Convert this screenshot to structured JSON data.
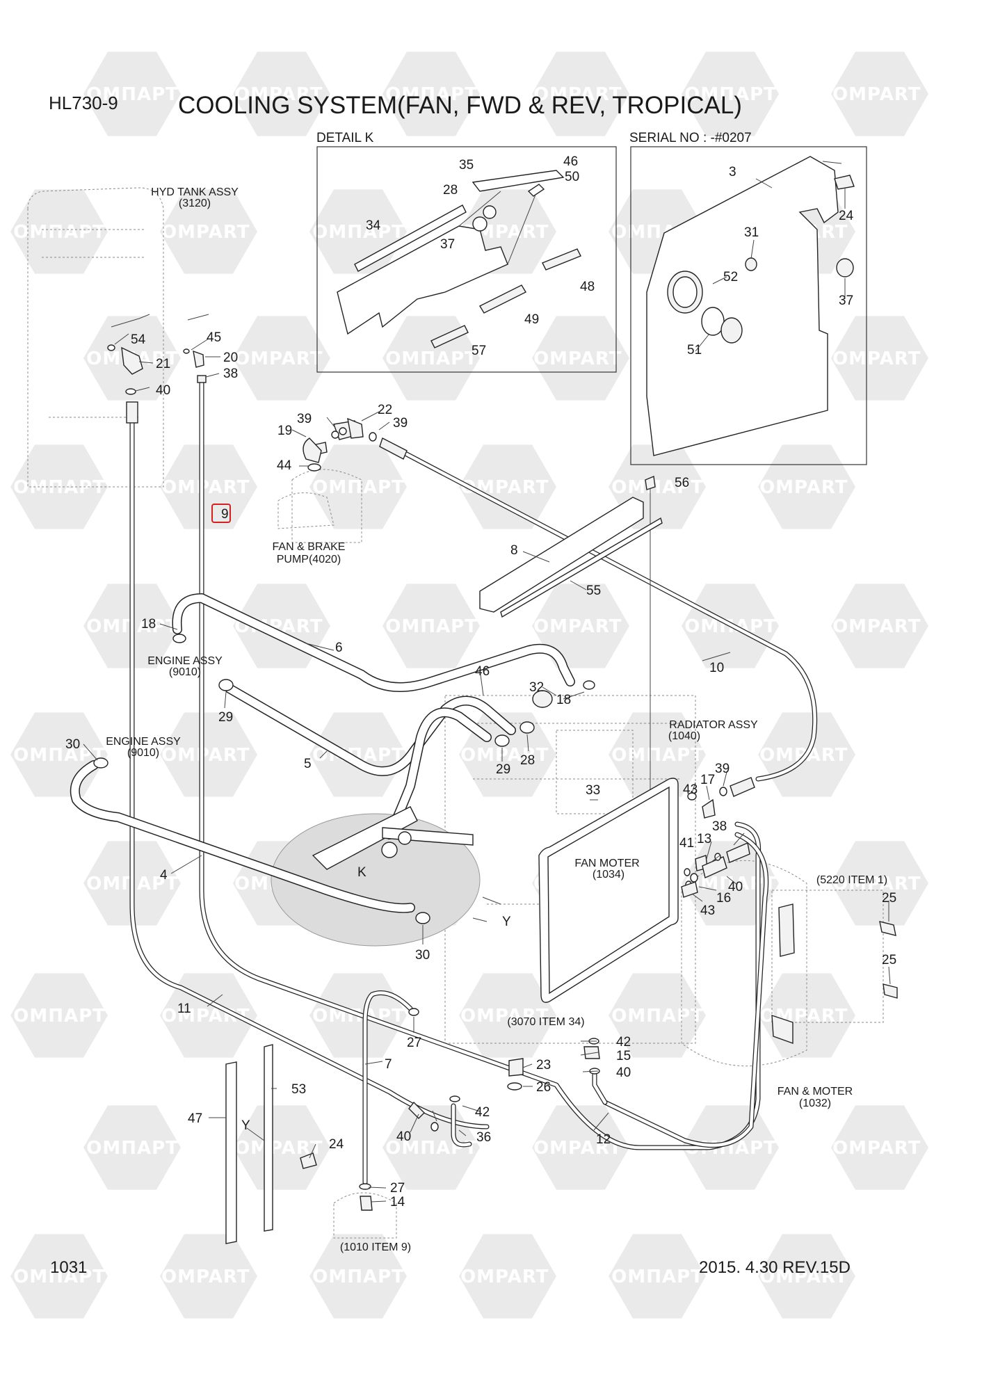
{
  "header": {
    "model": "HL730-9",
    "title": "COOLING SYSTEM(FAN, FWD & REV, TROPICAL)"
  },
  "footer": {
    "page": "1031",
    "date_rev": "2015. 4.30  REV.15D"
  },
  "detail_k": {
    "title": "DETAIL K",
    "callouts": [
      "35",
      "46",
      "50",
      "28",
      "34",
      "37",
      "48",
      "49",
      "57"
    ]
  },
  "serial": {
    "title": "SERIAL NO : -#0207",
    "callouts": [
      "3",
      "24",
      "31",
      "52",
      "37",
      "51"
    ]
  },
  "labels": {
    "hyd_tank": "HYD TANK ASSY",
    "hyd_tank_ref": "(3120)",
    "fan_brake_pump": "FAN & BRAKE",
    "fan_brake_pump_2": "PUMP(4020)",
    "engine_assy_a": "ENGINE ASSY",
    "engine_assy_a_ref": "(9010)",
    "engine_assy_b": "ENGINE ASSY",
    "engine_assy_b_ref": "(9010)",
    "radiator": "RADIATOR ASSY",
    "radiator_ref": "(1040)",
    "fan_moter": "FAN MOTER",
    "fan_moter_ref": "(1034)",
    "item_5220": "(5220 ITEM 1)",
    "item_3070": "(3070 ITEM 34)",
    "item_1010": "(1010 ITEM 9)",
    "fan_motor_assy": "FAN & MOTER",
    "fan_motor_assy_ref": "(1032)",
    "k": "K",
    "y1": "Y",
    "y2": "Y"
  },
  "callouts": {
    "c54": "54",
    "c21": "21",
    "c40a": "40",
    "c45": "45",
    "c20": "20",
    "c38a": "38",
    "c39a": "39",
    "c22": "22",
    "c39b": "39",
    "c19": "19",
    "c44": "44",
    "c9": "9",
    "c56": "56",
    "c8": "8",
    "c55": "55",
    "c18a": "18",
    "c6": "6",
    "c10": "10",
    "c46": "46",
    "c32": "32",
    "c18b": "18",
    "c29a": "29",
    "c29b": "29",
    "c28": "28",
    "c30a": "30",
    "c5": "5",
    "c33": "33",
    "c43a": "43",
    "c17": "17",
    "c39c": "39",
    "c41": "41",
    "c13": "13",
    "c38b": "38",
    "c40b": "40",
    "c16": "16",
    "c43b": "43",
    "c25a": "25",
    "c25b": "25",
    "c4": "4",
    "c30b": "30",
    "c11": "11",
    "c27a": "27",
    "c7": "7",
    "c42a": "42",
    "c15": "15",
    "c23": "23",
    "c40c": "40",
    "c26": "26",
    "c53": "53",
    "c47": "47",
    "c24": "24",
    "c42b": "42",
    "c40d": "40",
    "c36": "36",
    "c12": "12",
    "c27b": "27",
    "c14": "14"
  },
  "watermark": {
    "text_cyr": "КОМПАРТ",
    "text_lat": "COMPART"
  },
  "colors": {
    "watermark": "#d9d9d9",
    "ink": "#1a1a1a",
    "highlight": "#d62020"
  }
}
